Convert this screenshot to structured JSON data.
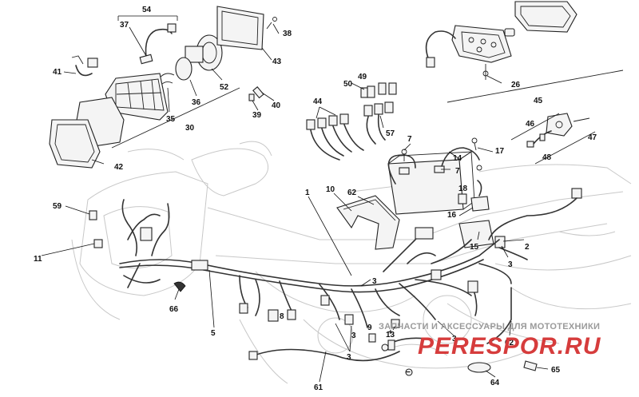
{
  "diagram": {
    "callouts": [
      {
        "id": "c54",
        "label": "54"
      },
      {
        "id": "c37",
        "label": "37"
      },
      {
        "id": "c41",
        "label": "41"
      },
      {
        "id": "c38",
        "label": "38"
      },
      {
        "id": "c43",
        "label": "43"
      },
      {
        "id": "c52",
        "label": "52"
      },
      {
        "id": "c36",
        "label": "36"
      },
      {
        "id": "c35",
        "label": "35"
      },
      {
        "id": "c30",
        "label": "30"
      },
      {
        "id": "c40",
        "label": "40"
      },
      {
        "id": "c39",
        "label": "39"
      },
      {
        "id": "c42",
        "label": "42"
      },
      {
        "id": "c26",
        "label": "26"
      },
      {
        "id": "c49",
        "label": "49"
      },
      {
        "id": "c50",
        "label": "50"
      },
      {
        "id": "c44",
        "label": "44"
      },
      {
        "id": "c57",
        "label": "57"
      },
      {
        "id": "c45",
        "label": "45"
      },
      {
        "id": "c46",
        "label": "46"
      },
      {
        "id": "c47",
        "label": "47"
      },
      {
        "id": "c48",
        "label": "48"
      },
      {
        "id": "c17",
        "label": "17"
      },
      {
        "id": "c7a",
        "label": "7"
      },
      {
        "id": "c14",
        "label": "14"
      },
      {
        "id": "c7b",
        "label": "7"
      },
      {
        "id": "c18",
        "label": "18"
      },
      {
        "id": "c16",
        "label": "16"
      },
      {
        "id": "c15",
        "label": "15"
      },
      {
        "id": "c2",
        "label": "2"
      },
      {
        "id": "c3a",
        "label": "3"
      },
      {
        "id": "c1",
        "label": "1"
      },
      {
        "id": "c10",
        "label": "10"
      },
      {
        "id": "c62a",
        "label": "62"
      },
      {
        "id": "c59",
        "label": "59"
      },
      {
        "id": "c11",
        "label": "11"
      },
      {
        "id": "c66",
        "label": "66"
      },
      {
        "id": "c5",
        "label": "5"
      },
      {
        "id": "c3b",
        "label": "3"
      },
      {
        "id": "c8",
        "label": "8"
      },
      {
        "id": "c9",
        "label": "9"
      },
      {
        "id": "c13",
        "label": "13"
      },
      {
        "id": "c3c",
        "label": "3"
      },
      {
        "id": "c3d",
        "label": "3"
      },
      {
        "id": "c62b",
        "label": "62"
      },
      {
        "id": "c61",
        "label": "61"
      },
      {
        "id": "c64",
        "label": "64"
      },
      {
        "id": "c65",
        "label": "65"
      },
      {
        "id": "c3e",
        "label": "3"
      }
    ],
    "symbols": {
      "plus": "+",
      "minus": "−"
    }
  },
  "watermark": {
    "caption": "ЗАПЧАСТИ И АКСЕССУАРЫ ДЛЯ МОТОТЕХНИКИ",
    "brand": "PERESPOR.RU"
  }
}
